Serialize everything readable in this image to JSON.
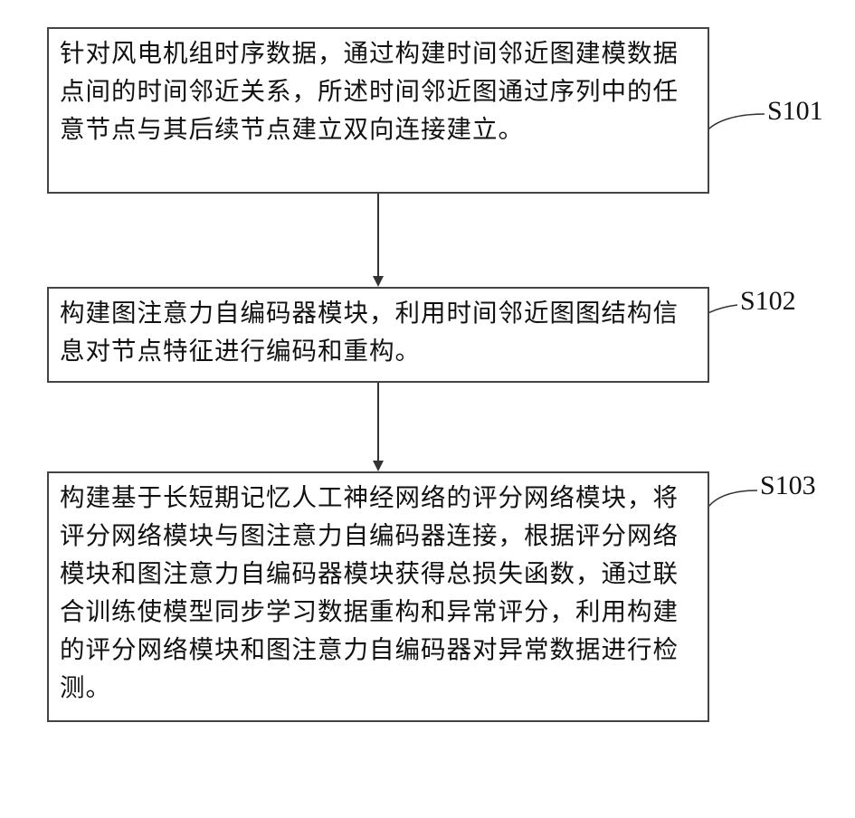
{
  "steps": [
    {
      "label": "S101",
      "text": "针对风电机组时序数据，通过构建时间邻近图建模数据点间的时间邻近关系，所述时间邻近图通过序列中的任意节点与其后续节点建立双向连接建立。"
    },
    {
      "label": "S102",
      "text": "构建图注意力自编码器模块，利用时间邻近图图结构信息对节点特征进行编码和重构。"
    },
    {
      "label": "S103",
      "text": "构建基于长短期记忆人工神经网络的评分网络模块，将评分网络模块与图注意力自编码器连接，根据评分网络模块和图注意力自编码器模块获得总损失函数，通过联合训练使模型同步学习数据重构和异常评分，利用构建的评分网络模块和图注意力自编码器对异常数据进行检测。"
    }
  ]
}
